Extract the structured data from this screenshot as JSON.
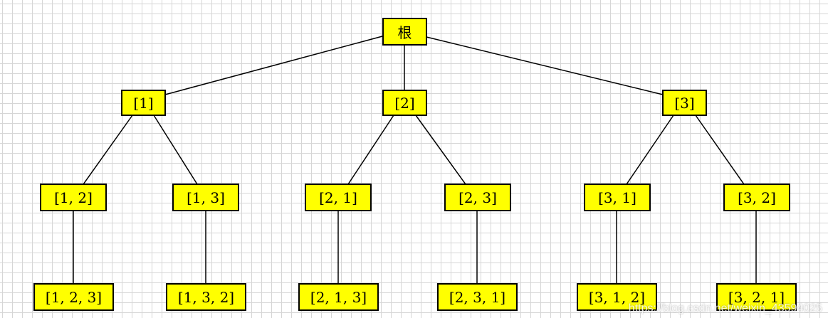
{
  "colors": {
    "node_fill": "#ffff00",
    "node_border": "#000000",
    "edge": "#000000",
    "grid": "#d6d6d6"
  },
  "tree": {
    "root": {
      "label": "根"
    },
    "level1": [
      {
        "label": "[1]"
      },
      {
        "label": "[2]"
      },
      {
        "label": "[3]"
      }
    ],
    "level2": [
      {
        "label": "[1, 2]",
        "parent": 0
      },
      {
        "label": "[1, 3]",
        "parent": 0
      },
      {
        "label": "[2, 1]",
        "parent": 1
      },
      {
        "label": "[2, 3]",
        "parent": 1
      },
      {
        "label": "[3, 1]",
        "parent": 2
      },
      {
        "label": "[3, 2]",
        "parent": 2
      }
    ],
    "level3": [
      {
        "label": "[1, 2, 3]",
        "parent": 0
      },
      {
        "label": "[1, 3, 2]",
        "parent": 1
      },
      {
        "label": "[2, 1, 3]",
        "parent": 2
      },
      {
        "label": "[2, 3, 1]",
        "parent": 3
      },
      {
        "label": "[3, 1, 2]",
        "parent": 4
      },
      {
        "label": "[3, 2, 1]",
        "parent": 5
      }
    ]
  },
  "watermark": "https://blog.csdn.net/weixin_43594025"
}
